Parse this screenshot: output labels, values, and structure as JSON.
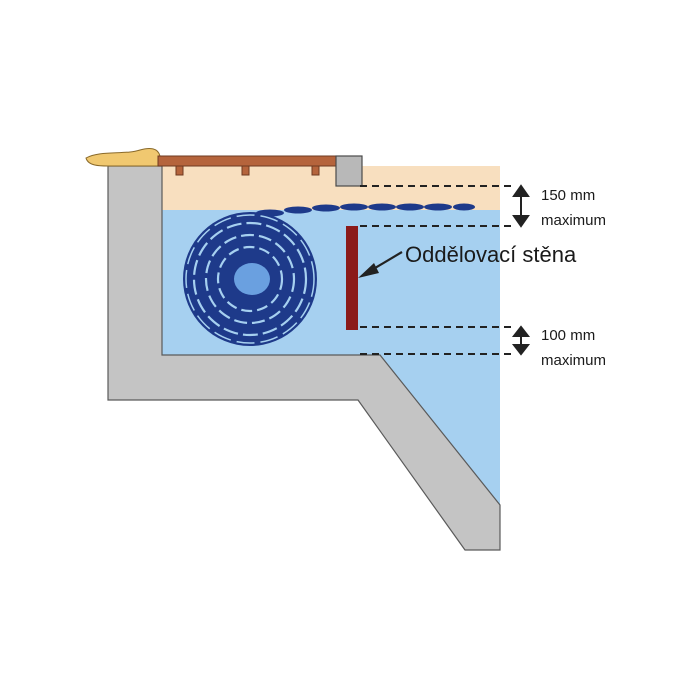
{
  "diagram": {
    "dimension_top_value": "150 mm",
    "dimension_top_unit": "maximum",
    "dimension_bottom_value": "100 mm",
    "dimension_bottom_unit": "maximum",
    "partition_label": "Oddělovací stěna"
  },
  "colors": {
    "water": "#a6d0f0",
    "air_gap": "#f8dfbf",
    "concrete": "#c4c4c4",
    "concrete_outline": "#5a5a5a",
    "cover_roll": "#1e3a8a",
    "roll_core": "#6aa0e0",
    "partition_wall": "#8b1a1a",
    "deck": "#b5643c",
    "coping": "#f0c870"
  }
}
